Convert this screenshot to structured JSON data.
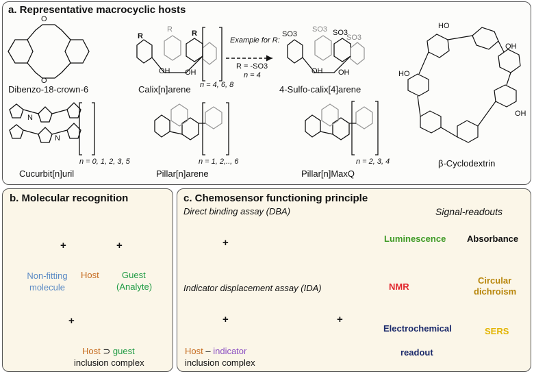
{
  "panel_a": {
    "title": "a. Representative macrocyclic hosts",
    "hosts": {
      "crown": "Dibenzo-18-crown-6",
      "calix": "Calix[n]arene",
      "calix_n": "n = 4, 6, 8",
      "sulfo": "4-Sulfo-calix[4]arene",
      "cucurbit": "Cucurbit[n]uril",
      "cucurbit_n": "n = 0, 1, 2, 3, 5",
      "pillar": "Pillar[n]arene",
      "pillar_n": "n = 1, 2,.., 6",
      "maxq": "Pillar[n]MaxQ",
      "maxq_n": "n = 2, 3, 4",
      "cyclodextrin": "β-Cyclodextrin"
    },
    "example": {
      "line1": "Example for R:",
      "line2": "R = -SO3",
      "line3": "n = 4"
    },
    "atoms": {
      "r": "R",
      "oh": "OH",
      "ho": "HO",
      "so3": "SO3",
      "o": "O",
      "n": "N"
    }
  },
  "panel_b": {
    "title": "b. Molecular recognition",
    "non_fitting_1": "Non-fitting",
    "non_fitting_2": "molecule",
    "host": "Host",
    "guest_1": "Guest",
    "guest_2": "(Analyte)",
    "plus": "+",
    "complex_host": "Host",
    "complex_symbol": "⊃",
    "complex_guest": "guest",
    "complex_line2": "inclusion complex"
  },
  "panel_c": {
    "title": "c. Chemosensor functioning principle",
    "dba": "Direct binding assay (DBA)",
    "ida": "Indicator displacement assay (IDA)",
    "host_label": "Host",
    "dash": "–",
    "indicator_label": "indicator",
    "inclusion": "inclusion complex",
    "plus": "+",
    "readouts_title": "Signal-readouts",
    "readouts": {
      "luminescence": "Luminescence",
      "absorbance": "Absorbance",
      "nmr": "NMR",
      "cd_1": "Circular",
      "cd_2": "dichroism",
      "electro_1": "Electrochemical",
      "electro_2": "readout",
      "sers": "SERS"
    }
  },
  "colors": {
    "host": "#d9782a",
    "guest": "#22a847",
    "nonfit": "#a9c3e6",
    "indicator": "#8b4fc2",
    "lum": "#4fae2f",
    "cd": "#c8960c",
    "sers": "#e2b400",
    "electro": "#1b2a6b",
    "nmr": "#e1262d",
    "cross": "#e0312b"
  }
}
